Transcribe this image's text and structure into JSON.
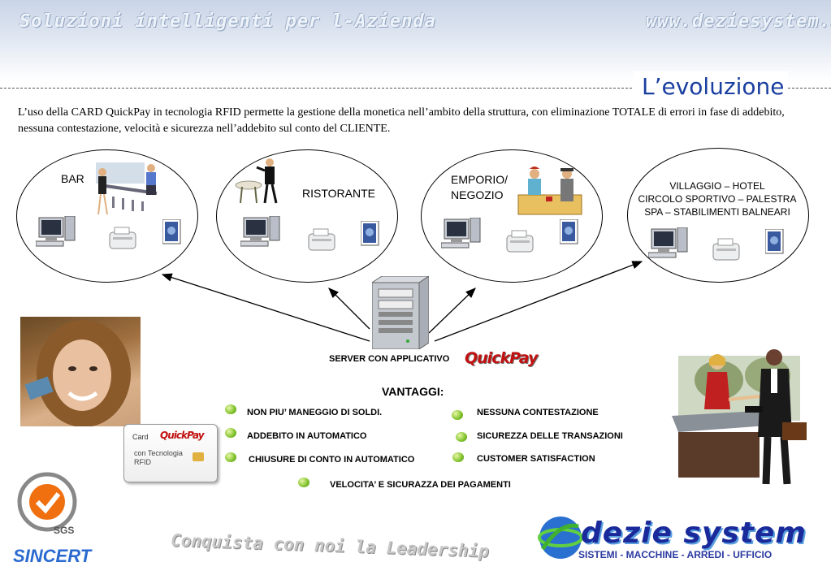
{
  "header": {
    "left_text": "Soluzioni intelligenti per l-Azienda",
    "right_text": "www.deziesystem.it"
  },
  "title": "L’evoluzione",
  "intro": "L’uso della CARD QuickPay in tecnologia RFID permette la gestione della monetica nell’ambito della struttura, con eliminazione TOTALE di errori in fase di addebito, nessuna contestazione,  velocità e sicurezza nell’addebito sul conto del CLIENTE.",
  "nodes": {
    "bar": "BAR",
    "ristorante": "RISTORANTE",
    "emporio_1": "EMPORIO/",
    "emporio_2": "NEGOZIO",
    "villaggio_1": "VILLAGGIO – HOTEL",
    "villaggio_2": "CIRCOLO  SPORTIVO – PALESTRA",
    "villaggio_3": "SPA – STABILIMENTI BALNEARI"
  },
  "server": {
    "label": "SERVER CON APPLICATIVO",
    "brand": "QuickPay"
  },
  "vantaggi": {
    "heading": "VANTAGGI:",
    "items": [
      "NON  PIU’ MANEGGIO DI SOLDI.",
      "NESSUNA CONTESTAZIONE",
      "ADDEBITO IN AUTOMATICO",
      "SICUREZZA DELLE TRANSAZIONI",
      "CHIUSURE DI CONTO IN AUTOMATICO",
      "CUSTOMER SATISFACTION",
      "VELOCITA’  E SICURAZZA DEI PAGAMENTI"
    ]
  },
  "card": {
    "line1": "Card",
    "brand": "QuickPay",
    "line2": "con Tecnologia",
    "line3": "RFID"
  },
  "cert": {
    "sgs": "SGS",
    "sincert": "SINCERT"
  },
  "footer": {
    "slogan": "Conquista con noi la Leadership",
    "logo": "dezie system",
    "logo_sub": "SISTEMI - MACCHINE - ARREDI - UFFICIO"
  },
  "colors": {
    "title": "#1a3fa0",
    "bullet": "#7fc22a",
    "logo": "#1a2a9a",
    "brand": "#c01010"
  }
}
